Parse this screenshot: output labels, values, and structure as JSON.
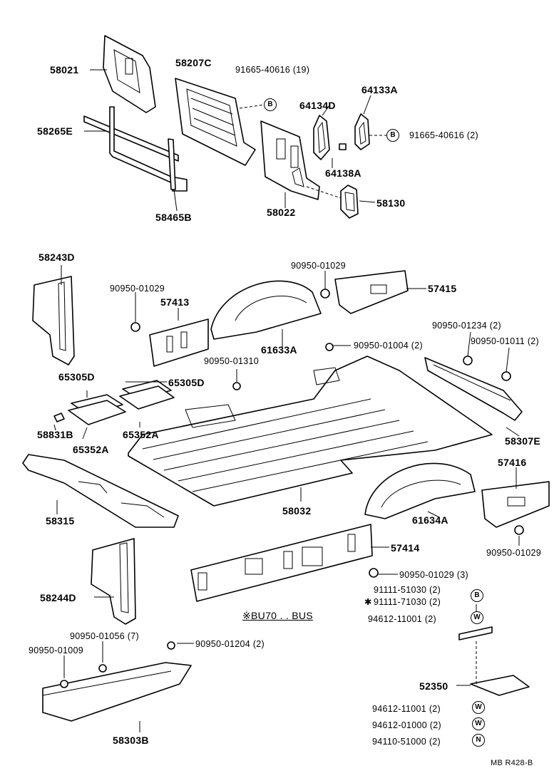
{
  "parts": {
    "p58021": "58021",
    "p58207C": "58207C",
    "p91665_40616_19": "91665-40616 (19)",
    "p64133A": "64133A",
    "p64134D": "64134D",
    "p58265E": "58265E",
    "p91665_40616_2": "91665-40616 (2)",
    "p64138A": "64138A",
    "p58130": "58130",
    "p58022": "58022",
    "p58465B": "58465B",
    "p58243D": "58243D",
    "p90950_01029_a": "90950-01029",
    "p57415": "57415",
    "p90950_01029_b": "90950-01029",
    "p57413": "57413",
    "p61633A": "61633A",
    "p90950_01234": "90950-01234 (2)",
    "p90950_01011": "90950-01011 (2)",
    "p90950_01004": "90950-01004 (2)",
    "p90950_01310": "90950-01310",
    "p65305D_a": "65305D",
    "p65305D_b": "65305D",
    "p58831B": "58831B",
    "p65352A_a": "65352A",
    "p65352A_b": "65352A",
    "p58307E": "58307E",
    "p57416": "57416",
    "p58315": "58315",
    "p58032": "58032",
    "p61634A": "61634A",
    "p90950_01029_c": "90950-01029",
    "p57414": "57414",
    "p90950_01029_3": "90950-01029 (3)",
    "p58244D": "58244D",
    "p91111_51030": "91111-51030 (2)",
    "p91111_71030": "91111-71030 (2)",
    "p94612_11001_a": "94612-11001 (2)",
    "note": "※BU70 . . BUS",
    "p90950_01056": "90950-01056 (7)",
    "p90950_01009": "90950-01009",
    "p90950_01204": "90950-01204 (2)",
    "p52350": "52350",
    "p94612_11001_b": "94612-11001 (2)",
    "p94612_01000": "94612-01000 (2)",
    "p94110_51000": "94110-51000 (2)",
    "p58303B": "58303B",
    "ref": "MB R428-B"
  },
  "symbols": {
    "B": "B",
    "W": "W",
    "N": "N",
    "star": "✱"
  }
}
